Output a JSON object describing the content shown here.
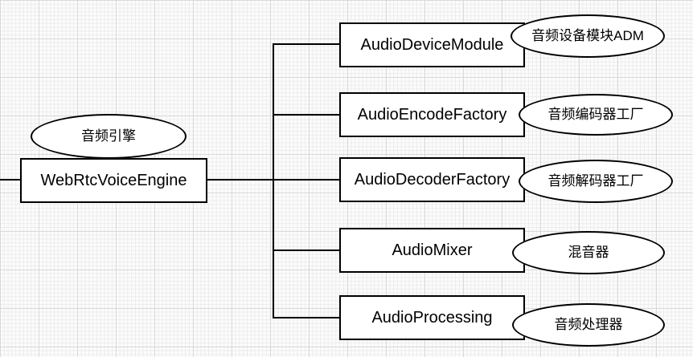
{
  "diagram": {
    "root": {
      "label": "WebRtcVoiceEngine",
      "annotation": "音频引擎"
    },
    "children": [
      {
        "label": "AudioDeviceModule",
        "annotation": "音频设备模块ADM"
      },
      {
        "label": "AudioEncodeFactory",
        "annotation": "音频编码器工厂"
      },
      {
        "label": "AudioDecoderFactory",
        "annotation": "音频解码器工厂"
      },
      {
        "label": "AudioMixer",
        "annotation": "混音器"
      },
      {
        "label": "AudioProcessing",
        "annotation": "音频处理器"
      }
    ],
    "colors": {
      "line": "#000000",
      "node_fill": "#ffffff",
      "text": "#000000",
      "grid_minor": "#ececec",
      "grid_major": "#d9d9d9",
      "background": "#fcfcfc"
    }
  }
}
